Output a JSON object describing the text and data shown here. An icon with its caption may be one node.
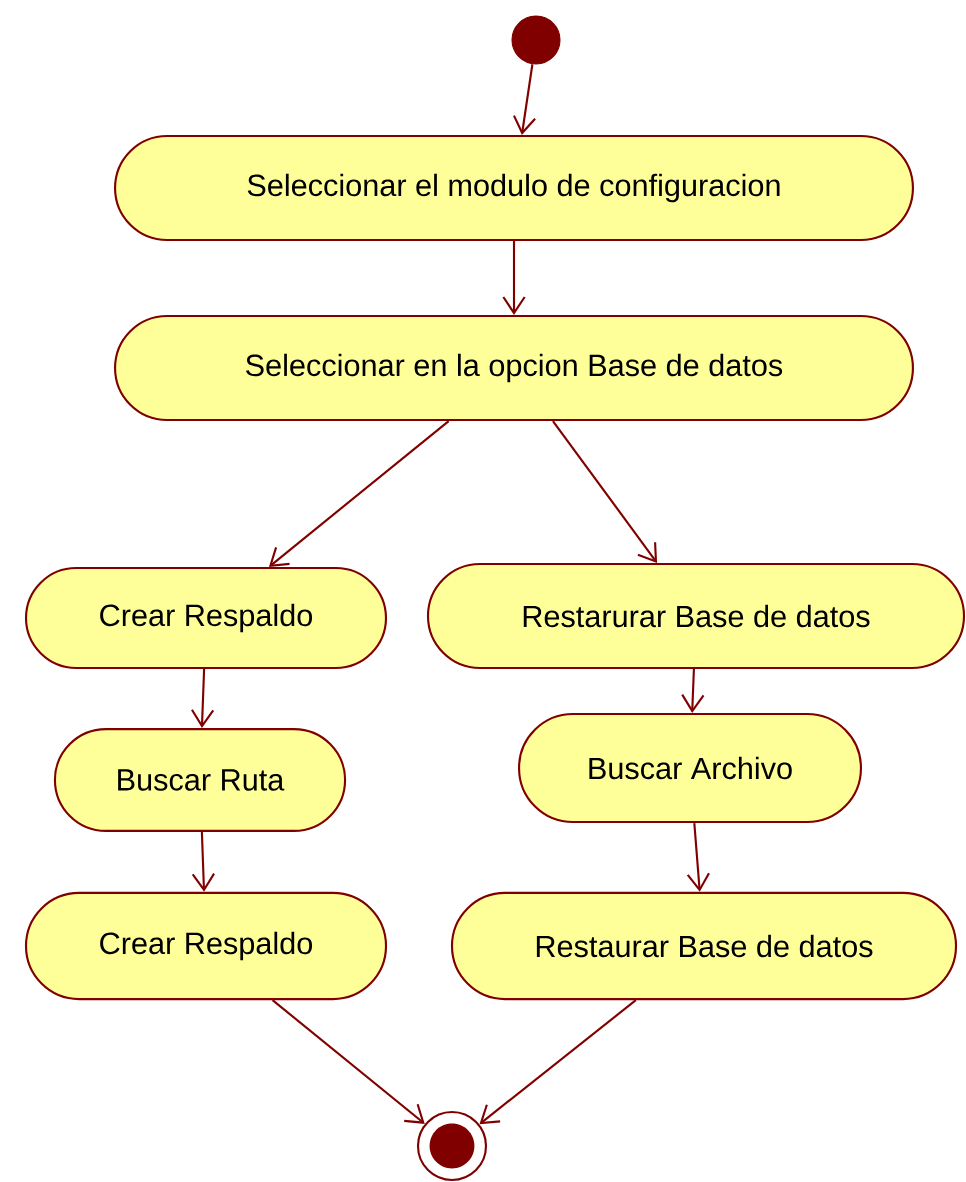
{
  "diagram": {
    "nodes": [
      {
        "text": [],
        "shape": "circle"
      },
      {
        "text": [
          "Seleccionar el modulo de configuracion"
        ]
      },
      {
        "text": [
          "Seleccionar en la opcion Base de datos"
        ]
      },
      {
        "text": [
          "Crear Respaldo"
        ]
      },
      {
        "text": [
          "Restarurar Base de datos"
        ]
      },
      {
        "text": [
          "Buscar Ruta"
        ]
      },
      {
        "text": [
          "Buscar Archivo"
        ]
      },
      {
        "text": [
          "Crear Respaldo"
        ]
      },
      {
        "text": [
          "Restaurar Base de datos"
        ]
      },
      {
        "text": [],
        "shape": "bullseye"
      }
    ],
    "edges": [
      {
        "from": 0,
        "to": 1,
        "arrow": "to"
      },
      {
        "from": 1,
        "to": 2,
        "arrow": "to"
      },
      {
        "from": 2,
        "to": 3,
        "arrow": "to"
      },
      {
        "from": 2,
        "to": 4,
        "arrow": "to"
      },
      {
        "from": 3,
        "to": 5,
        "arrow": "to"
      },
      {
        "from": 4,
        "to": 6,
        "arrow": "to"
      },
      {
        "from": 5,
        "to": 7,
        "arrow": "to"
      },
      {
        "from": 6,
        "to": 8,
        "arrow": "to"
      },
      {
        "from": 7,
        "to": 9,
        "arrow": "to"
      },
      {
        "from": 8,
        "to": 9,
        "arrow": "to"
      }
    ]
  }
}
